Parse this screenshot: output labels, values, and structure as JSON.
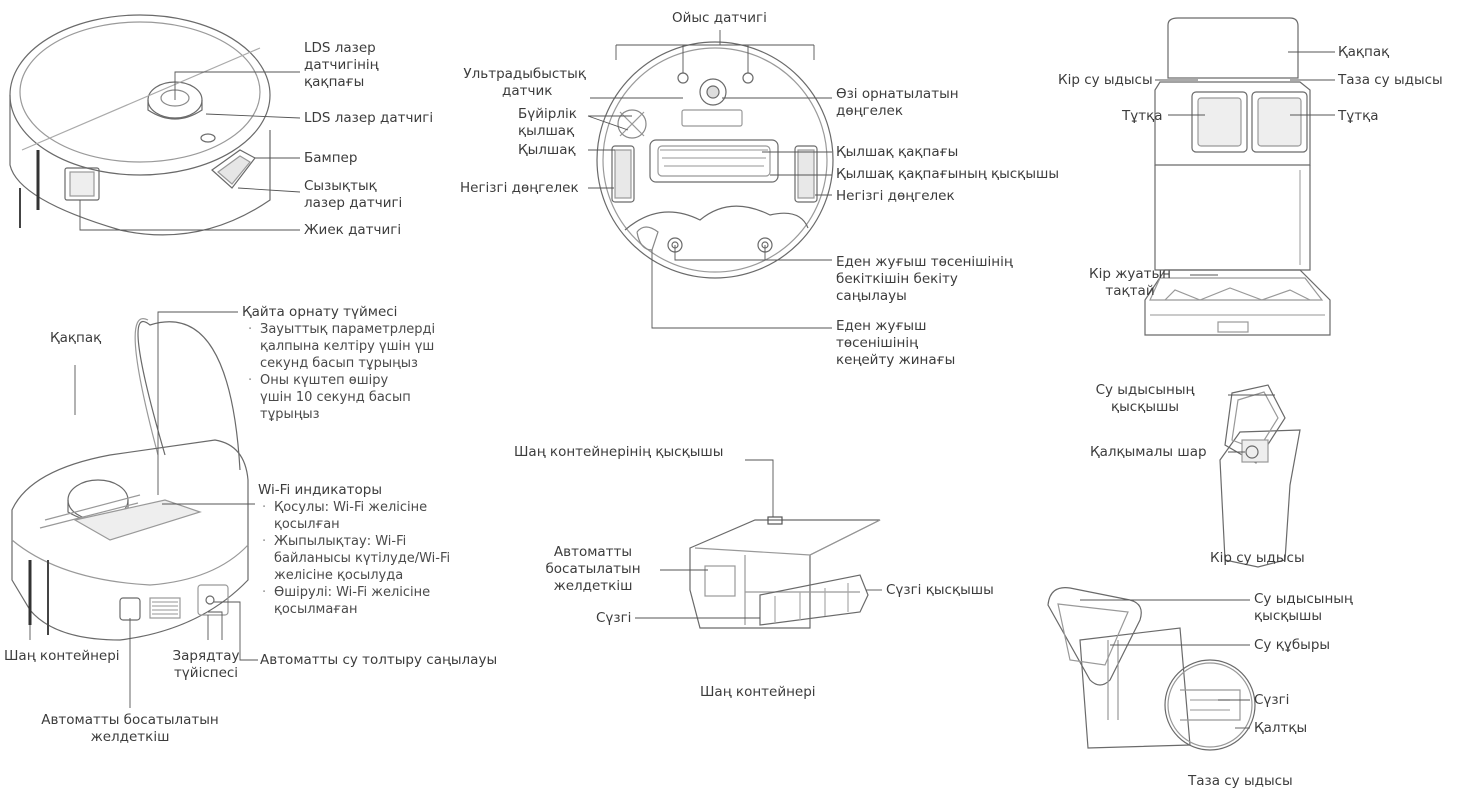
{
  "robot_top": {
    "lds_cover": [
      "LDS лазер",
      "датчигінің",
      "қақпағы"
    ],
    "lds_sensor": "LDS лазер датчигі",
    "bumper": "Бампер",
    "line_laser": [
      "Сызықтық",
      "лазер датчигі"
    ],
    "edge_sensor": "Жиек датчигі"
  },
  "robot_bottom": {
    "cliff_sensor": "Ойыс датчигі",
    "ultrasonic": [
      "Ультрадыбыстық",
      "датчик"
    ],
    "side_brush": [
      "Бүйірлік",
      "қылшақ"
    ],
    "brush": "Қылшақ",
    "main_wheel_left": "Негізгі дөңгелек",
    "omni_wheel": [
      "Өзі орнатылатын",
      "дөңгелек"
    ],
    "brush_cover": "Қылшақ қақпағы",
    "brush_cover_clip": "Қылшақ қақпағының қысқышы",
    "main_wheel_right": "Негізгі дөңгелек",
    "mop_mount_hole": [
      "Еден жуғыш төсенішінің",
      "бекіткішін бекіту",
      "саңылауы"
    ],
    "mop_extension": [
      "Еден жуғыш",
      "төсенішінің",
      "кеңейту жинағы"
    ]
  },
  "station": {
    "lid": "Қақпақ",
    "dirty_tank": "Кір су ыдысы",
    "clean_tank": "Таза су ыдысы",
    "handle_left": "Тұтқа",
    "handle_right": "Тұтқа",
    "wash_board": [
      "Кір жуатын",
      "тақтай"
    ]
  },
  "robot_open": {
    "lid": "Қақпақ",
    "reset_title": "Қайта орнату түймесі",
    "reset_items": [
      [
        "Зауыттық параметрлерді",
        "қалпына келтіру үшін үш",
        "секунд басып тұрыңыз"
      ],
      [
        "Оны күштеп өшіру",
        "үшін 10 секунд басып",
        "тұрыңыз"
      ]
    ],
    "wifi_title": "Wi-Fi индикаторы",
    "wifi_items": [
      [
        "Қосулы: Wi-Fi желісіне",
        "қосылған"
      ],
      [
        "Жыпылықтау: Wi-Fi",
        "байланысы күтілуде/Wi-Fi",
        "желісіне қосылуда"
      ],
      [
        "Өшірулі: Wi-Fi желісіне",
        "қосылмаған"
      ]
    ],
    "dust_bin": "Шаң контейнері",
    "charging": [
      "Зарядтау",
      "түйіспесі"
    ],
    "auto_fill": "Автоматты су толтыру саңылауы",
    "vent": [
      "Автоматты босатылатын",
      "желдеткіш"
    ]
  },
  "dustbin": {
    "clip": "Шаң контейнерінің қысқышы",
    "vent": [
      "Автоматты",
      "босатылатын",
      "желдеткіш"
    ],
    "filter": "Сүзгі",
    "filter_clip": "Сүзгі қысқышы",
    "caption": "Шаң контейнері"
  },
  "dirty_tank": {
    "clip": [
      "Су ыдысының",
      "қысқышы"
    ],
    "float_ball": "Қалқымалы шар",
    "caption": "Кір су ыдысы"
  },
  "clean_tank": {
    "clip": [
      "Су ыдысының",
      "қысқышы"
    ],
    "pipe": "Су құбыры",
    "filter": "Сүзгі",
    "float": "Қалтқы",
    "caption": "Таза су ыдысы"
  },
  "colors": {
    "line": "#555555",
    "outline": "#6a6a6a",
    "text": "#3c3c3c"
  }
}
